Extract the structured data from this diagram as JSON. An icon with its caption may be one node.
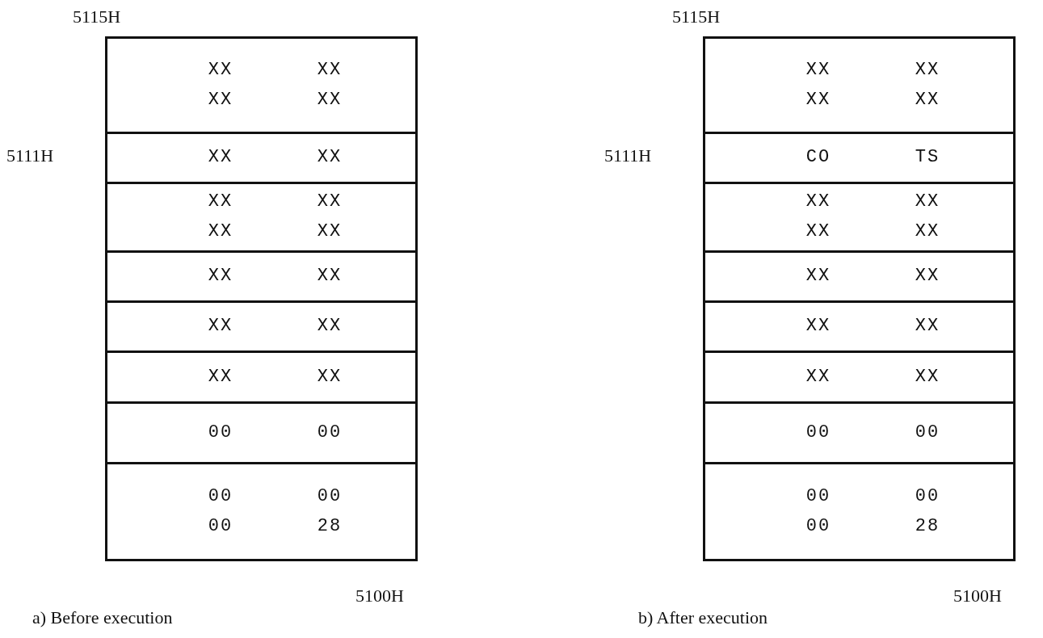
{
  "diagram": {
    "nodes": [
      {
        "text": [
          "XX",
          "XX",
          "XX",
          "XX"
        ]
      },
      {
        "text": [
          "XX",
          "XX"
        ]
      },
      {
        "text": [
          "XX",
          "XX",
          "XX",
          "XX"
        ]
      },
      {
        "text": [
          "XX",
          "XX"
        ]
      },
      {
        "text": [
          "XX",
          "XX"
        ]
      },
      {
        "text": [
          "XX",
          "XX"
        ]
      },
      {
        "text": [
          "00",
          "00"
        ]
      },
      {
        "text": [
          "00",
          "00",
          "00",
          "28"
        ]
      },
      {
        "text": [
          "XX",
          "XX",
          "XX",
          "XX"
        ]
      },
      {
        "text": [
          "CO",
          "TS"
        ]
      },
      {
        "text": [
          "XX",
          "XX",
          "XX",
          "XX"
        ]
      },
      {
        "text": [
          "XX",
          "XX"
        ]
      },
      {
        "text": [
          "XX",
          "XX"
        ]
      },
      {
        "text": [
          "XX",
          "XX"
        ]
      },
      {
        "text": [
          "00",
          "00"
        ]
      },
      {
        "text": [
          "00",
          "00",
          "00",
          "28"
        ]
      }
    ],
    "edges": [],
    "labels": [
      "5115H",
      "5115H",
      "5111H",
      "5111H",
      "5100H",
      "5100H",
      "a) Before execution",
      "b) After execution"
    ]
  }
}
